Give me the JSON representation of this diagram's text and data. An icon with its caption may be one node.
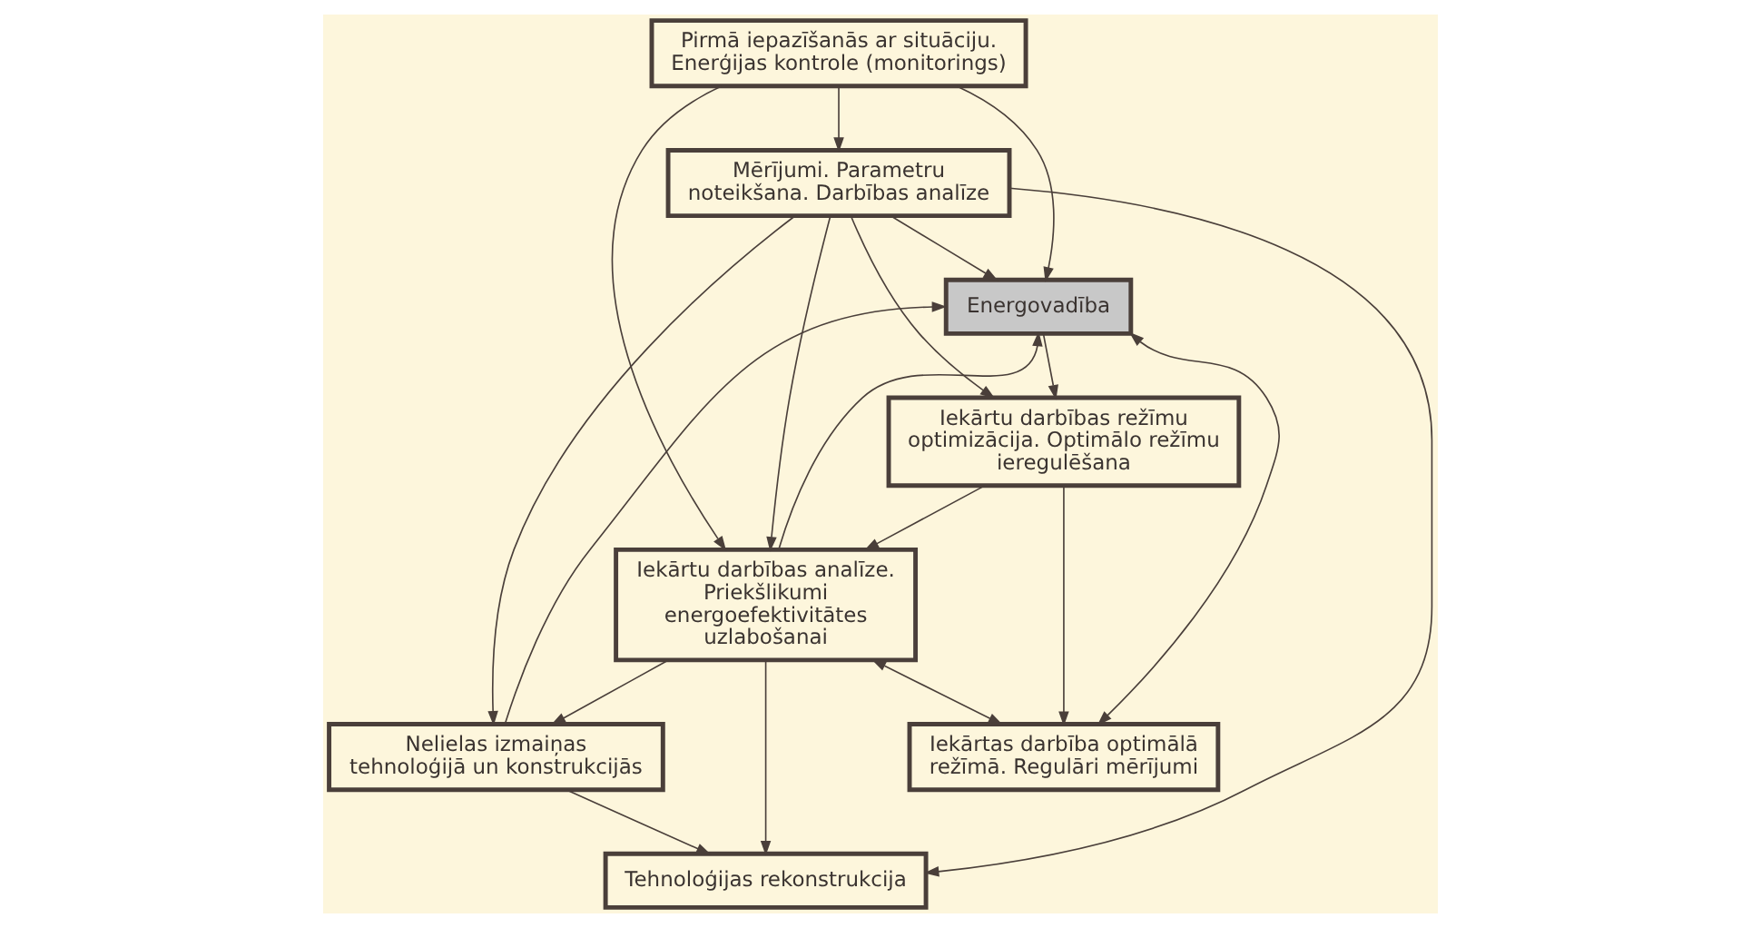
{
  "diagram": {
    "nodes": [
      {
        "text": [
          "Pirmā iepazīšanās ar situāciju. Enerģijas kontrole (monitorings)"
        ]
      },
      {
        "text": [
          "Energovadība"
        ]
      },
      {
        "text": [
          "Mērījumi. Parametru noteikšana. Darbības analīze"
        ]
      },
      {
        "text": [
          "Iekārtu darbības režīmu optimizācija. Optimālo režīmu ieregulēšana"
        ]
      },
      {
        "text": [
          "Iekārtu darbības analīze. Priekšlikumi energoefektivitātes uzlabošanai"
        ]
      },
      {
        "text": [
          "Iekārtas darbība optimālā režīmā. Regulāri mērījumi"
        ]
      },
      {
        "text": [
          "Tehnoloģijas rekonstrukcija"
        ]
      },
      {
        "text": [
          "Nelielas izmaiņas tehnoloģijā un konstrukcijās"
        ]
      }
    ],
    "edges": [
      {
        "from": 0,
        "to": 1,
        "arrow": "to"
      },
      {
        "from": 0,
        "to": 4,
        "arrow": "to"
      },
      {
        "from": 0,
        "to": 2,
        "arrow": "to"
      },
      {
        "from": 2,
        "to": 1,
        "arrow": "to"
      },
      {
        "from": 2,
        "to": 4,
        "arrow": "to"
      },
      {
        "from": 2,
        "to": 6,
        "arrow": "to"
      },
      {
        "from": 2,
        "to": 7,
        "arrow": "to"
      },
      {
        "from": 2,
        "to": 3,
        "arrow": "to"
      },
      {
        "from": 1,
        "to": 3,
        "arrow": "to"
      },
      {
        "from": 1,
        "to": 5,
        "arrow": "both"
      },
      {
        "from": 3,
        "to": 4,
        "arrow": "to"
      },
      {
        "from": 4,
        "to": 5,
        "arrow": "both"
      },
      {
        "from": 4,
        "to": 7,
        "arrow": "to"
      },
      {
        "from": 4,
        "to": 6,
        "arrow": "to"
      },
      {
        "from": 7,
        "to": 6,
        "arrow": "to"
      },
      {
        "from": 3,
        "to": 5,
        "arrow": "to"
      },
      {
        "from": 4,
        "to": 1,
        "arrow": "to"
      },
      {
        "from": 7,
        "to": 1,
        "arrow": "to"
      }
    ]
  }
}
